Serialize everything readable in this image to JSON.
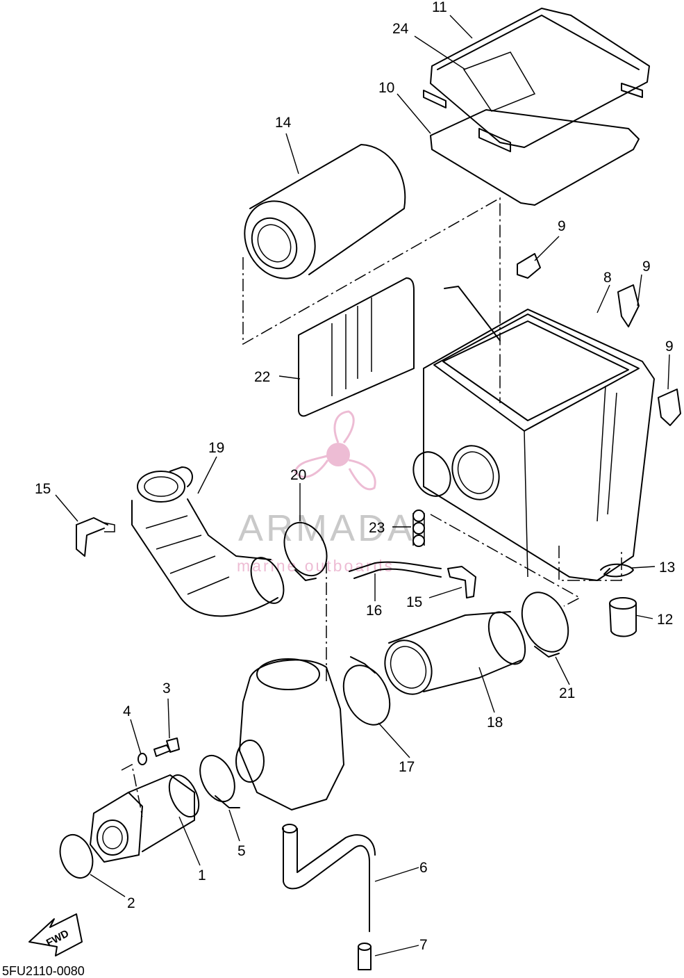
{
  "diagram_code": "5FU2110-0080",
  "direction_label": "FWD",
  "watermark": {
    "brand": "ARMADA",
    "tagline": "marine outboards",
    "color": "#e8a6c6"
  },
  "callouts": [
    "1",
    "2",
    "3",
    "4",
    "5",
    "6",
    "7",
    "8",
    "9",
    "10",
    "11",
    "12",
    "13",
    "14",
    "15",
    "16",
    "17",
    "18",
    "19",
    "20",
    "21",
    "22",
    "23",
    "24"
  ]
}
